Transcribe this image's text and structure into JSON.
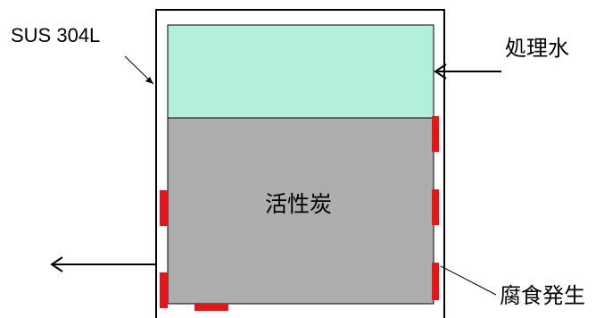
{
  "labels": {
    "material": "SUS 304L",
    "treated_water": "処理水",
    "activated_carbon": "活性炭",
    "corrosion": "腐食発生"
  },
  "colors": {
    "water": "#b3f0d9",
    "carbon": "#aeaeae",
    "corrosion": "#e8141a",
    "outline": "#000000",
    "background": "#ffffff"
  }
}
